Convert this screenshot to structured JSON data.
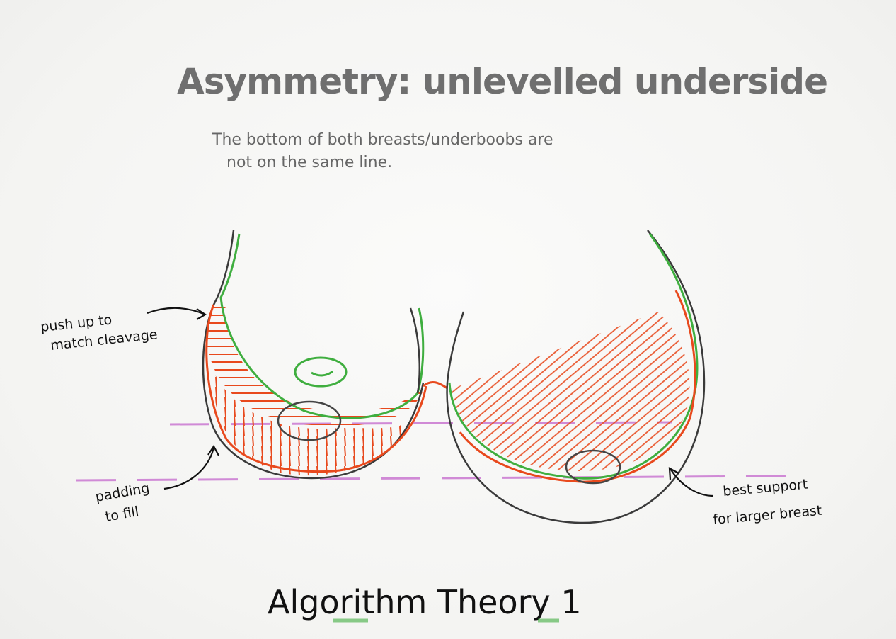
{
  "title": "Asymmetry: unlevelled underside",
  "subtitle": {
    "line1": "The bottom of both breasts/underboobs are",
    "line2": "not on the same line."
  },
  "annotations": {
    "push_up": {
      "line1": "push up to",
      "line2": "match cleavage"
    },
    "padding": {
      "line1": "padding",
      "line2": "to fill"
    },
    "best_support": {
      "line1": "best support",
      "line2": "for larger breast"
    }
  },
  "footer": "Algorithm Theory 1",
  "colors": {
    "pencil_grey": "#3a3a3a",
    "green": "#3fae3f",
    "red_orange": "#e8491d",
    "guide_line": "#d08ad6",
    "title_grey": "#6f6f6f"
  }
}
